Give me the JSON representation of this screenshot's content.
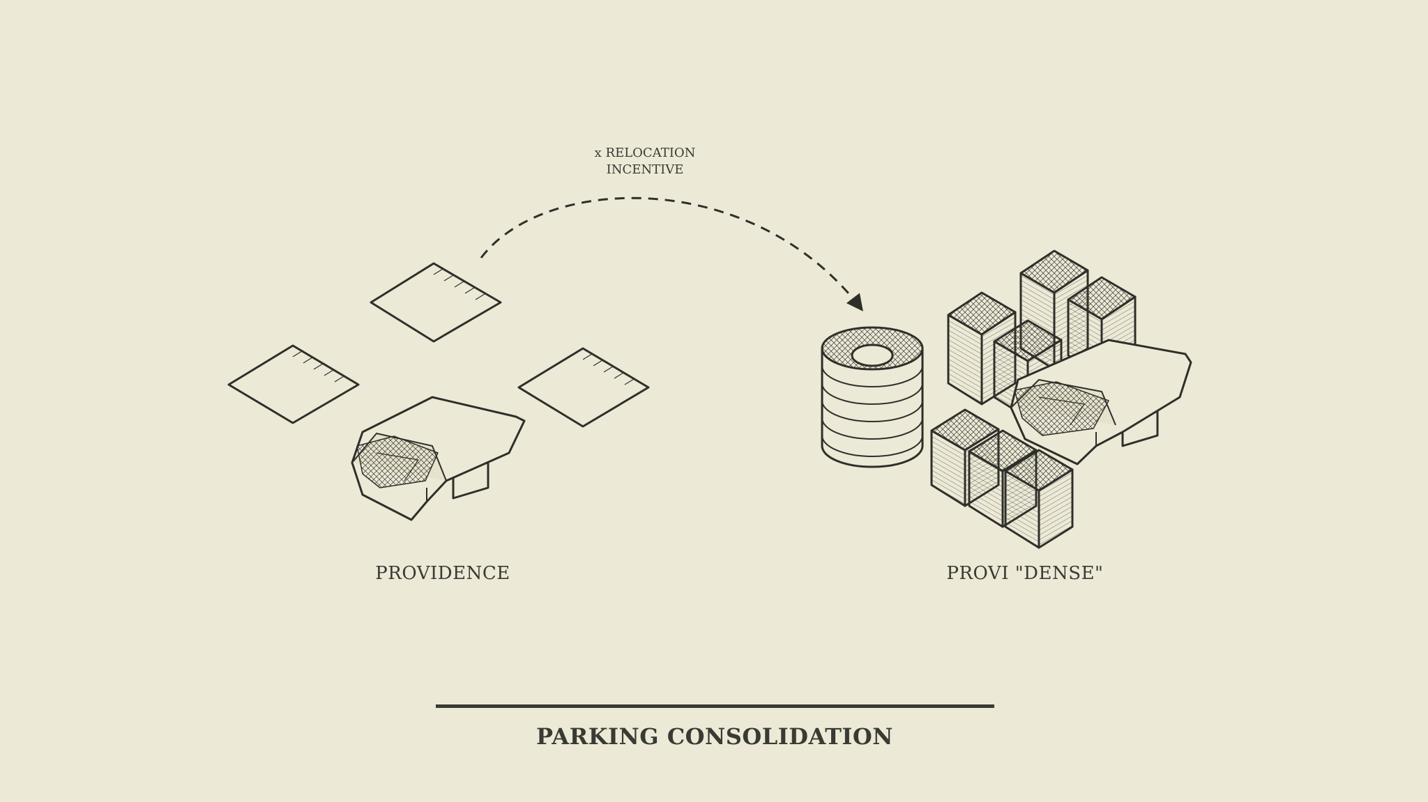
{
  "diagram": {
    "arrow_label": [
      "x RELOCATION",
      "INCENTIVE"
    ],
    "left_caption": "PROVIDENCE",
    "right_caption": "PROVI \"DENSE\"",
    "title": "PARKING CONSOLIDATION",
    "colors": {
      "background": "#ece9d6",
      "ink": "#2f2f2a",
      "fill": "#e6e2cc"
    },
    "icons": [
      "surface-lot-icon",
      "stadium-icon",
      "parking-garage-icon",
      "building-block-icon",
      "dashed-arc-arrow"
    ]
  }
}
